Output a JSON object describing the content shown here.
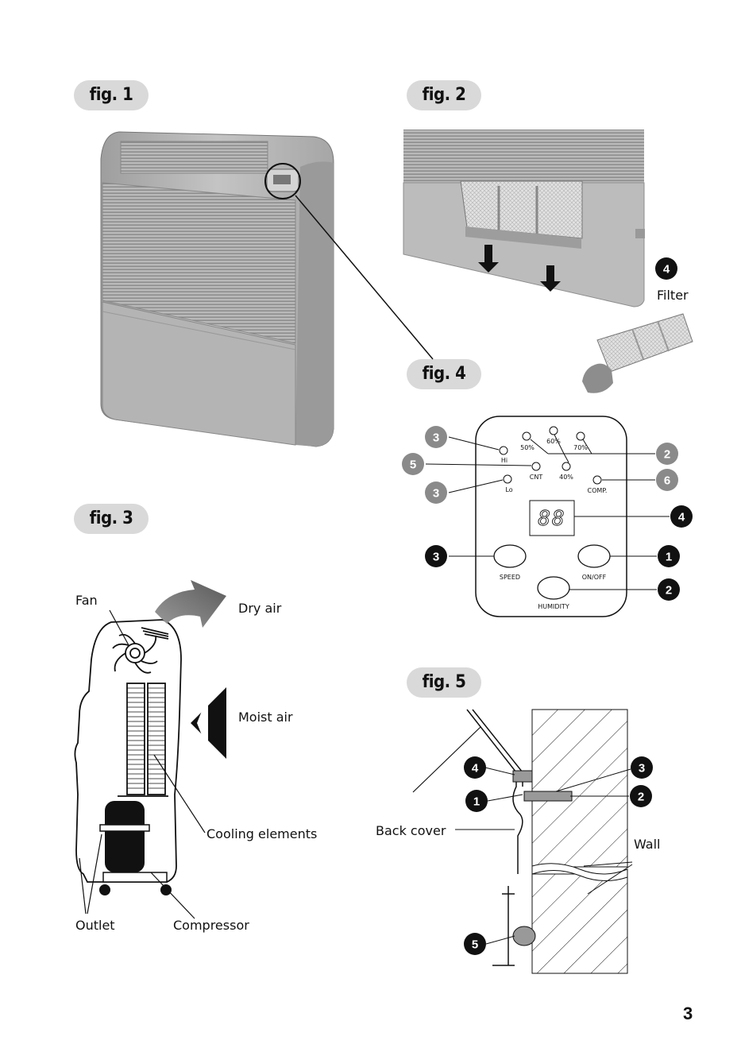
{
  "fig_labels": {
    "fig1": "fig. 1",
    "fig2": "fig. 2",
    "fig3": "fig. 3",
    "fig4": "fig. 4",
    "fig5": "fig. 5"
  },
  "fig2": {
    "filter_number": "4",
    "filter_label": "Filter"
  },
  "fig3": {
    "fan": "Fan",
    "dry_air": "Dry air",
    "moist_air": "Moist air",
    "cooling": "Cooling elements",
    "outlet": "Outlet",
    "compressor": "Compressor"
  },
  "fig4": {
    "hi": "Hi",
    "lo": "Lo",
    "cnt": "CNT",
    "p50": "50%",
    "p60": "60%",
    "p70": "70%",
    "p40": "40%",
    "comp": "COMP.",
    "display": "88",
    "speed": "SPEED",
    "onoff": "ON/OFF",
    "humidity": "HUMIDITY",
    "callouts": {
      "hi": "3",
      "cnt": "5",
      "lo": "3",
      "humidity_leds": "2",
      "comp": "6",
      "display": "4",
      "speed": "3",
      "onoff": "1",
      "humidity_btn": "2"
    }
  },
  "fig5": {
    "back_cover": "Back cover",
    "wall": "Wall",
    "callouts": {
      "c4": "4",
      "c1": "1",
      "c3": "3",
      "c2": "2",
      "c5": "5"
    }
  },
  "page_number": "3"
}
